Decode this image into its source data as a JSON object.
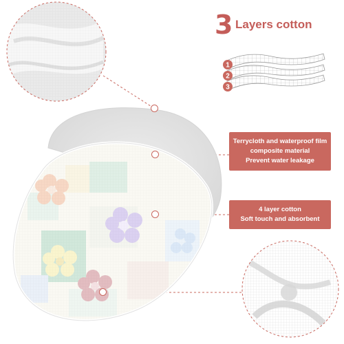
{
  "title": {
    "number": "3",
    "text": "Layers cotton"
  },
  "layers": {
    "labels": [
      "1",
      "2",
      "3"
    ]
  },
  "callouts": [
    {
      "lines": [
        "Terrycloth and waterproof film",
        "composite material",
        "Prevent water leakage"
      ]
    },
    {
      "lines": [
        "4 layer cotton",
        "Soft touch and absorbent"
      ]
    }
  ],
  "colors": {
    "accent": "#c9685f",
    "title": "#c45d59"
  }
}
